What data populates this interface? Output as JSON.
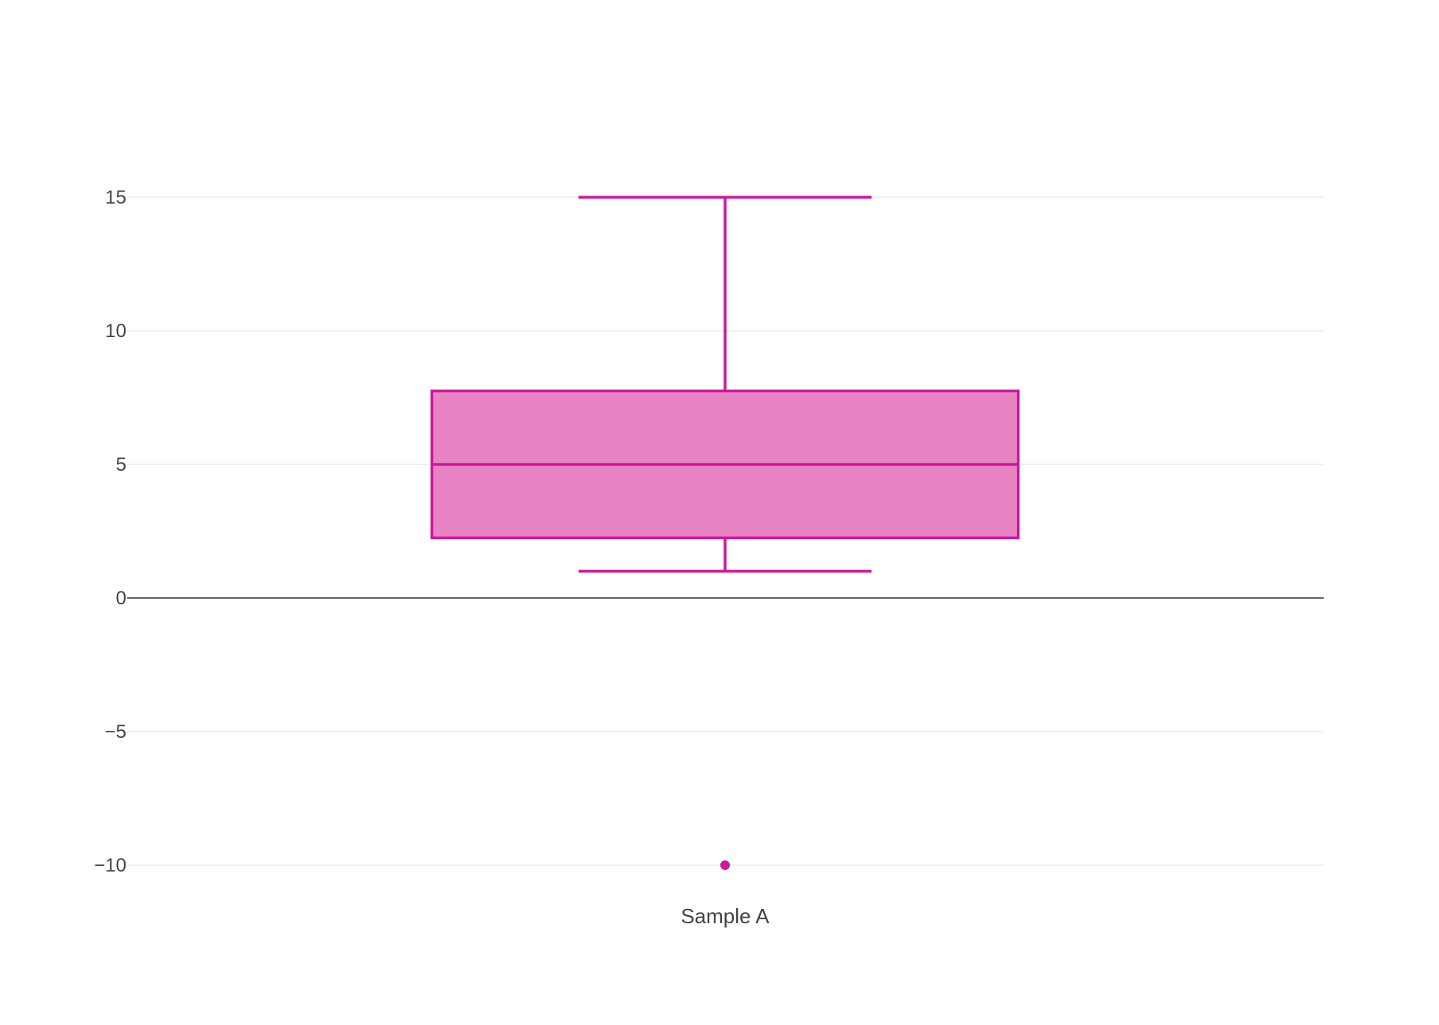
{
  "chart_data": {
    "type": "box",
    "title": "",
    "xlabel": "",
    "ylabel": "",
    "categories": [
      "Sample A"
    ],
    "boxes": [
      {
        "category": "Sample A",
        "lowerfence": 1,
        "q1": 2.25,
        "median": 5,
        "q3": 7.75,
        "upperfence": 15,
        "outliers": [
          -10
        ]
      }
    ],
    "ylim": [
      -11.5,
      19.5
    ],
    "yticks": [
      -10,
      -5,
      0,
      5,
      10,
      15
    ],
    "ytick_labels": [
      "−10",
      "−5",
      "0",
      "5",
      "10",
      "15"
    ],
    "grid": true,
    "zeroline": true,
    "colors": {
      "box_line": "#cc1a99",
      "box_fill": "#e884c4",
      "grid": "#e6e6e6",
      "zeroline": "#333333",
      "text": "#444444"
    }
  }
}
